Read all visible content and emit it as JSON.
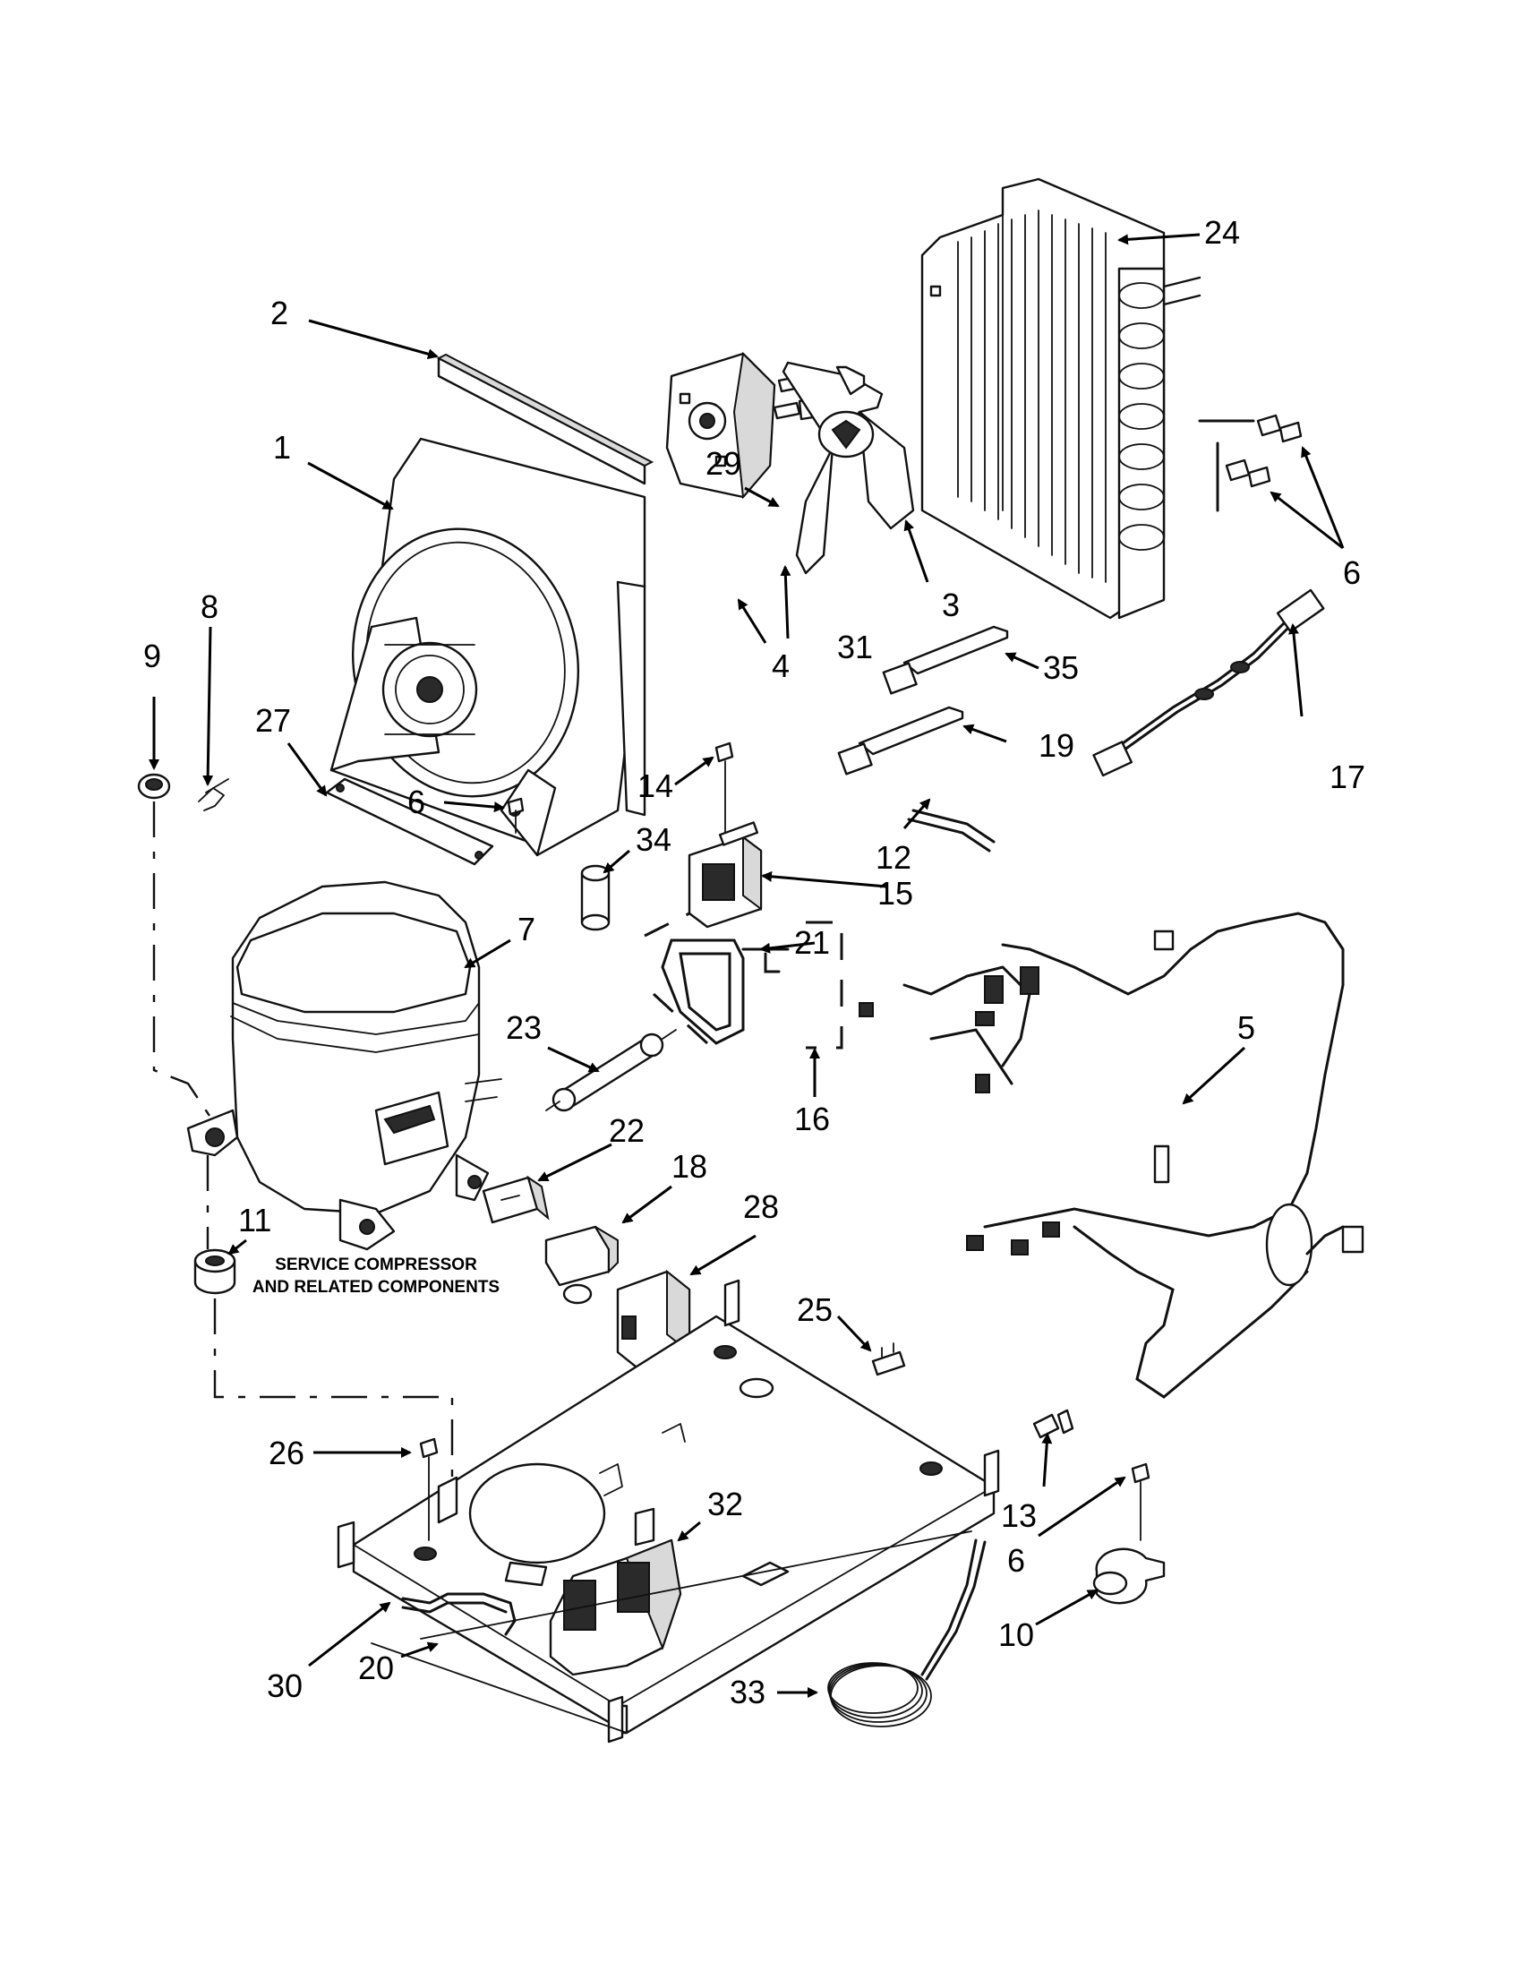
{
  "callouts": [
    {
      "id": "1",
      "label": "1"
    },
    {
      "id": "2",
      "label": "2"
    },
    {
      "id": "3",
      "label": "3"
    },
    {
      "id": "4",
      "label": "4"
    },
    {
      "id": "5",
      "label": "5"
    },
    {
      "id": "6a",
      "label": "6"
    },
    {
      "id": "6b",
      "label": "6"
    },
    {
      "id": "6c",
      "label": "6"
    },
    {
      "id": "7",
      "label": "7"
    },
    {
      "id": "8",
      "label": "8"
    },
    {
      "id": "9",
      "label": "9"
    },
    {
      "id": "10",
      "label": "10"
    },
    {
      "id": "11",
      "label": "11"
    },
    {
      "id": "12",
      "label": "12"
    },
    {
      "id": "13",
      "label": "13"
    },
    {
      "id": "14",
      "label": "14"
    },
    {
      "id": "15",
      "label": "15"
    },
    {
      "id": "16",
      "label": "16"
    },
    {
      "id": "17",
      "label": "17"
    },
    {
      "id": "18",
      "label": "18"
    },
    {
      "id": "19",
      "label": "19"
    },
    {
      "id": "20",
      "label": "20"
    },
    {
      "id": "21",
      "label": "21"
    },
    {
      "id": "22",
      "label": "22"
    },
    {
      "id": "23",
      "label": "23"
    },
    {
      "id": "24",
      "label": "24"
    },
    {
      "id": "25",
      "label": "25"
    },
    {
      "id": "26",
      "label": "26"
    },
    {
      "id": "27",
      "label": "27"
    },
    {
      "id": "28",
      "label": "28"
    },
    {
      "id": "29",
      "label": "29"
    },
    {
      "id": "30",
      "label": "30"
    },
    {
      "id": "31",
      "label": "31"
    },
    {
      "id": "32",
      "label": "32"
    },
    {
      "id": "33",
      "label": "33"
    },
    {
      "id": "34",
      "label": "34"
    },
    {
      "id": "35",
      "label": "35"
    }
  ],
  "note": {
    "line1": "SERVICE COMPRESSOR",
    "line2": "AND RELATED COMPONENTS"
  }
}
